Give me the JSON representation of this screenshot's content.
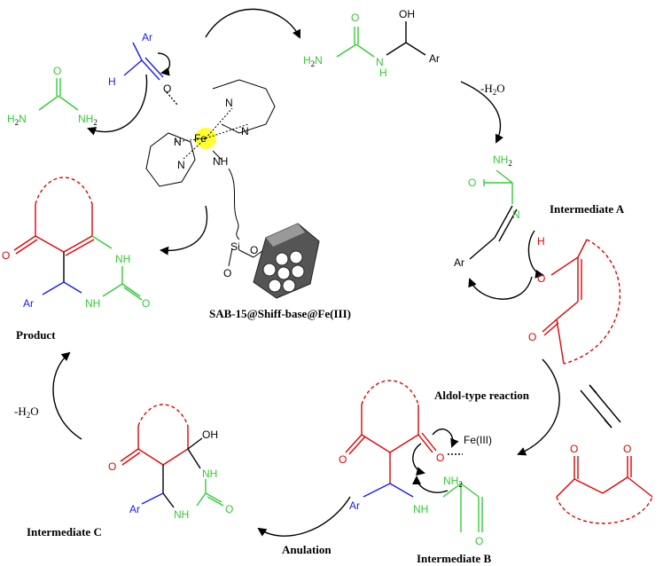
{
  "colors": {
    "green": "#33cc33",
    "blue": "#1a1aff",
    "red": "#e60000",
    "black": "#000000",
    "fe_highlight": "#ffff33"
  },
  "labels": {
    "catalyst": "SAB-15@Shiff-base@Fe(III)",
    "intermediate_a": "Intermediate A",
    "intermediate_b": "Intermediate B",
    "intermediate_c": "Intermediate C",
    "product": "Product",
    "aldol": "Aldol-type reaction",
    "anulation": "Anulation",
    "water_loss_1_main": "-H",
    "water_loss_1_sub": "2",
    "water_loss_1_end": "O",
    "water_loss_2_main": "-H",
    "water_loss_2_sub": "2",
    "water_loss_2_end": "O"
  },
  "atoms": {
    "ar": "Ar",
    "h": "H",
    "o": "O",
    "oh": "OH",
    "n": "N",
    "nh": "NH",
    "h2n": "H",
    "nh2": "NH",
    "fe": "Fe",
    "fe3": "Fe(III)",
    "si": "Si",
    "two": "2"
  }
}
